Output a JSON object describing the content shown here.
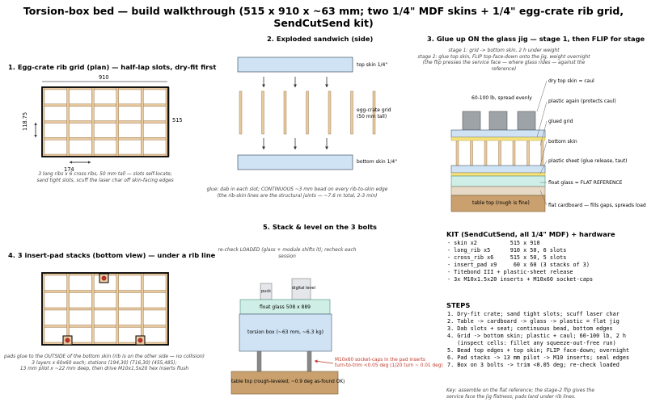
{
  "title": "Torsion-box bed — build walkthrough  (515 x 910 x ~63 mm;  two 1/4\" MDF skins + 1/4\" egg-crate rib grid, SendCutSend kit)",
  "panel1": {
    "heading": "1.  Egg-crate rib grid (plan) — half-lap slots, dry-fit first",
    "dim_width": "910",
    "dim_height": "515",
    "dim_row": "118.75",
    "dim_col": "174",
    "note": [
      "3 long ribs x 6 cross ribs, 50 mm tall — slots self-locate;",
      "sand tight slots, scuff the laser char off skin-facing edges"
    ]
  },
  "panel2": {
    "heading": "2.  Exploded sandwich (side)",
    "top_label": "top skin 1/4\"",
    "grid_label": [
      "egg-crate grid",
      "(50 mm tall)"
    ],
    "bottom_label": "bottom skin 1/4\"",
    "note": [
      "glue: dab in each slot; CONTINUOUS ~3 mm bead on every rib-to-skin edge",
      "(the rib-skin lines are the structural joints — ~7.6 m total, 2-3 min)"
    ]
  },
  "panel3": {
    "heading": "3.  Glue up ON the glass jig — stage 1, then FLIP for stage 2",
    "note": [
      "stage 1: grid -> bottom skin, 2 h under weight",
      "stage 2: glue top skin, FLIP top-face-down onto the jig, weight overnight",
      "(the flip presses the service face — where glass rides — against the reference)"
    ],
    "weight_label": "60-100 lb, spread evenly",
    "labels": {
      "caul": "dry top skin = caul",
      "plastic_again": "plastic again (protects caul)",
      "glued_grid": "glued grid",
      "bottom_skin": "bottom skin",
      "plastic_sheet": "plastic sheet (glue release, taut)",
      "float_glass": "float glass = FLAT REFERENCE",
      "cardboard": "flat cardboard — fills gaps, spreads load"
    },
    "table_top": "table top (rough is fine)"
  },
  "panel4": {
    "heading": "4.  3 insert-pad stacks (bottom view) — under a rib line",
    "note": [
      "pads glue to the OUTSIDE of the bottom skin (rib is on the other side — no collision)",
      "3 layers x 60x60 each; stations (194,30) (716,30) (455,485);",
      "13 mm pilot x ~22 mm deep, then drive M10x1.5x20 hex inserts flush"
    ]
  },
  "panel5": {
    "heading": "5.  Stack & level on the 3 bolts",
    "note": "re-check LOADED (glass + module shifts it); recheck each session",
    "puck": "puck",
    "level": "digital level",
    "glass": "float glass 508 x 889",
    "box": "torsion box (~63 mm, ~6.3 kg)",
    "bolts": [
      "M10x60 socket-caps in the pad inserts",
      "turn-to-trim <0.05 deg (1/20 turn ~ 0.01 deg)"
    ],
    "table": "table top (rough-leveled; ~0.9 deg as-found OK)",
    "accent": "#c0392b"
  },
  "kit": {
    "heading": "KIT (SendCutSend, all 1/4\" MDF) + hardware",
    "lines": [
      "- skin x2          515 x 910",
      "- long_rib x5      910 x 50, 6 slots",
      "- cross_rib x6     515 x 50, 5 slots",
      "- insert_pad x9     60 x 60 (3 stacks of 3)",
      "- Titebond III + plastic-sheet release",
      "- 3x M10x1.5x20 inserts + M10x60 socket-caps"
    ]
  },
  "steps": {
    "heading": "STEPS",
    "lines": [
      "1. Dry-fit crate; sand tight slots; scuff laser char",
      "2. Table -> cardboard -> glass -> plastic = flat jig",
      "3. Dab slots + seat; continuous bead, bottom edges",
      "4. Grid -> bottom skin; plastic + caul; 60-100 lb, 2 h",
      "   (inspect cells: fillet any squeeze-out-free run)",
      "5. Bead top edges + top skin; FLIP face-down; overnight",
      "6. Pad stacks -> 13 mm pilot -> M10 inserts; seal edges",
      "7. Box on 3 bolts -> trim <0.05 deg; re-check loaded"
    ]
  },
  "key": [
    "Key: assemble on the flat reference; the stage-2 flip gives the",
    "service face the jig flatness; pads land under rib lines."
  ],
  "colors": {
    "rib": "#e8c9a0",
    "rib_edge": "#8a6a3a",
    "skin": "#cfe3f5",
    "glass": "#cfeee6",
    "plastic": "#f5e27a",
    "table": "#c9a06e",
    "weight": "#9ea3a8",
    "insert": "#c8302a"
  }
}
